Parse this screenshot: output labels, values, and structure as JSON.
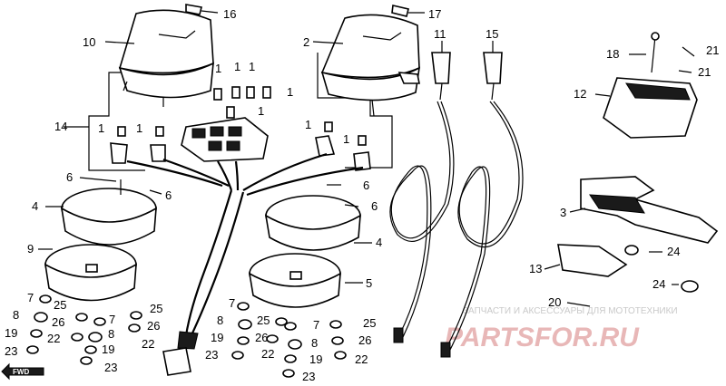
{
  "labels": {
    "l1_a": "1",
    "l1_b": "1",
    "l1_c": "1",
    "l1_d": "1",
    "l1_e": "1",
    "l1_f": "1",
    "l1_g": "1",
    "l1_h": "1",
    "l1_i": "1",
    "l2": "2",
    "l3": "3",
    "l4_a": "4",
    "l4_b": "4",
    "l5": "5",
    "l6_a": "6",
    "l6_b": "6",
    "l6_c": "6",
    "l6_d": "6",
    "l7_a": "7",
    "l7_b": "7",
    "l7_c": "7",
    "l7_d": "7",
    "l8_a": "8",
    "l8_b": "8",
    "l8_c": "8",
    "l8_d": "8",
    "l9": "9",
    "l10": "10",
    "l11": "11",
    "l12": "12",
    "l13": "13",
    "l14": "14",
    "l15": "15",
    "l16": "16",
    "l17": "17",
    "l18": "18",
    "l19_a": "19",
    "l19_b": "19",
    "l19_c": "19",
    "l19_d": "19",
    "l20": "20",
    "l21_a": "21",
    "l21_b": "21",
    "l22_a": "22",
    "l22_b": "22",
    "l22_c": "22",
    "l22_d": "22",
    "l23_a": "23",
    "l23_b": "23",
    "l23_c": "23",
    "l23_d": "23",
    "l24_a": "24",
    "l24_b": "24",
    "l25_a": "25",
    "l25_b": "25",
    "l25_c": "25",
    "l25_d": "25",
    "l26_a": "26",
    "l26_b": "26",
    "l26_c": "26",
    "l26_d": "26"
  },
  "fwd_marker": "FWD",
  "watermark": {
    "caption": "ЗАПЧАСТИ И АКСЕССУАРЫ ДЛЯ МОТОТЕХНИКИ",
    "logo": "PARTSFOR.RU"
  },
  "colors": {
    "ink": "#000000",
    "watermark_logo": "#e8b7b7",
    "watermark_text": "#c9c9c9"
  }
}
